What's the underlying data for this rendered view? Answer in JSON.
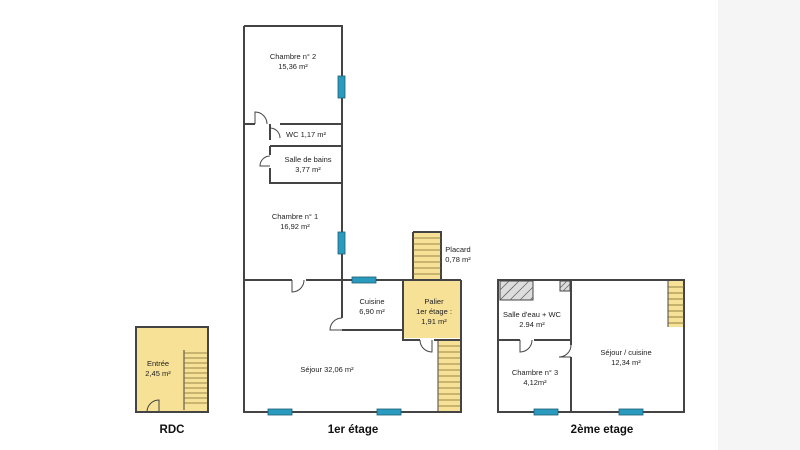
{
  "floors": {
    "rdc": {
      "label": "RDC"
    },
    "first": {
      "label": "1er étage"
    },
    "second": {
      "label": "2ème etage"
    }
  },
  "rooms": {
    "entree": {
      "name": "Entrée",
      "area": "2,45 m²"
    },
    "chambre2": {
      "name": "Chambre n° 2",
      "area": "15,36 m²"
    },
    "wc": {
      "name": "WC 1,17 m²"
    },
    "sdb": {
      "name": "Salle de bains",
      "area": "3,77 m²"
    },
    "chambre1": {
      "name": "Chambre n° 1",
      "area": "16,92 m²"
    },
    "placard": {
      "name": "Placard",
      "area": "0,78 m²"
    },
    "cuisine": {
      "name": "Cuisine",
      "area": "6,90 m²"
    },
    "palier": {
      "name": "Palier",
      "name2": "1er étage :",
      "area": "1,91 m²"
    },
    "sejour": {
      "name": "Séjour 32,06 m²"
    },
    "salle_eau": {
      "name": "Salle d'eau + WC",
      "area": "2.94 m²"
    },
    "chambre3": {
      "name": "Chambre n° 3",
      "area": "4,12m²"
    },
    "sejour_cuisine": {
      "name": "Séjour / cuisine",
      "area": "12,34 m²"
    }
  },
  "colors": {
    "wall": "#444444",
    "window": "#2a9bbf",
    "highlight": "#f6e197",
    "background": "#ffffff"
  }
}
